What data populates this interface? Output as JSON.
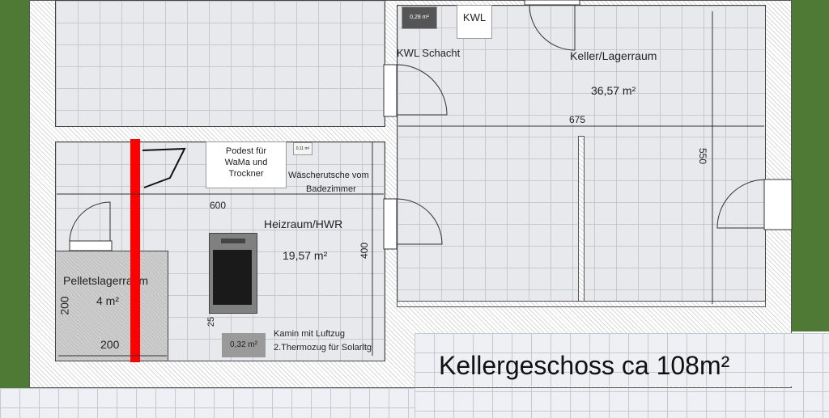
{
  "plan": {
    "title": "Kellergeschoss ca 108m²",
    "rooms": {
      "keller": {
        "name": "Keller/Lagerraum",
        "area": "36,57 m²",
        "width_dim": "675",
        "height_dim": "550"
      },
      "heizraum": {
        "name": "Heizraum/HWR",
        "area": "19,57 m²",
        "width_dim": "600",
        "height_dim": "400"
      },
      "pellets": {
        "name": "Pelletslagerraum",
        "area": "4 m²",
        "width_dim": "200",
        "height_dim": "200"
      }
    },
    "labels": {
      "kwl": "KWL",
      "kwl_schacht": "KWL Schacht",
      "podest_l1": "Podest für",
      "podest_l2": "WaMa und",
      "podest_l3": "Trockner",
      "waesche_l1": "Wäscherutsche vom",
      "waesche_l2": "Badezimmer",
      "kamin_l1": "Kamin mit Luftzug",
      "kamin_l2": "2.Thermozug für Solarltg",
      "kamin_area": "0,32 m²",
      "shaft_area": "0,28 m²",
      "small_area": "0,11 m²",
      "dim_25": "25"
    }
  }
}
